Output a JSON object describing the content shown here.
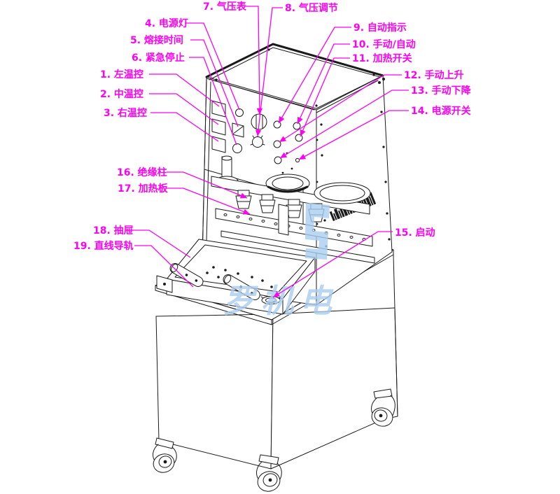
{
  "diagram_title": "",
  "colors": {
    "label": "#ff00f2",
    "line": "#1a1a1a",
    "watermark": "#a9cdf0",
    "background": "#ffffff"
  },
  "watermark": {
    "text": "罗机电"
  },
  "labels": [
    {
      "id": "1",
      "text": "1. 左温控"
    },
    {
      "id": "2",
      "text": "2. 中温控"
    },
    {
      "id": "3",
      "text": "3. 右温控"
    },
    {
      "id": "4",
      "text": "4. 电源灯"
    },
    {
      "id": "5",
      "text": "5. 熔接时间"
    },
    {
      "id": "6",
      "text": "6. 紧急停止"
    },
    {
      "id": "7",
      "text": "7. 气压表"
    },
    {
      "id": "8",
      "text": "8. 气压调节"
    },
    {
      "id": "9",
      "text": "9. 自动指示"
    },
    {
      "id": "10",
      "text": "10. 手动/自动"
    },
    {
      "id": "11",
      "text": "11. 加热开关"
    },
    {
      "id": "12",
      "text": "12. 手动上升"
    },
    {
      "id": "13",
      "text": "13. 手动下降"
    },
    {
      "id": "14",
      "text": "14. 电源开关"
    },
    {
      "id": "15",
      "text": "15. 启动"
    },
    {
      "id": "16",
      "text": "16. 绝缘柱"
    },
    {
      "id": "17",
      "text": "17. 加热板"
    },
    {
      "id": "18",
      "text": "18. 抽屉"
    },
    {
      "id": "19",
      "text": "19. 直线导轨"
    }
  ]
}
